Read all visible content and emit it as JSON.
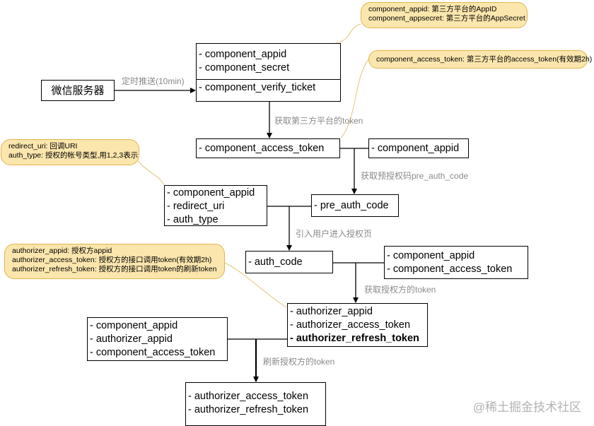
{
  "wechat_server": "微信服务器",
  "boxes": {
    "ticket": [
      "- component_appid",
      "- component_secret",
      "- component_verify_ticket"
    ],
    "access_token": [
      "- component_access_token"
    ],
    "appid_right": [
      "- component_appid"
    ],
    "preauth_inputs": [
      "- component_appid",
      "- redirect_uri",
      "- auth_type"
    ],
    "pre_auth_code": [
      "- pre_auth_code"
    ],
    "auth_code": [
      "- auth_code"
    ],
    "auth_inputs": [
      "- component_appid",
      "- component_access_token"
    ],
    "authorizer": [
      "- authorizer_appid",
      "- authorizer_access_token",
      "- authorizer_refresh_token"
    ],
    "refresh_inputs": [
      "- component_appid",
      "- authorizer_appid",
      "- component_access_token"
    ],
    "result": [
      "- authorizer_access_token",
      "- authorizer_refresh_token"
    ]
  },
  "labels": {
    "push": "定时推送(10min)",
    "get_token": "获取第三方平台的token",
    "get_preauth": "获取预授权码pre_auth_code",
    "enter_auth": "引入用户进入授权页",
    "get_auth_token": "获取授权方的token",
    "refresh": "刷新授权方的token"
  },
  "notes": {
    "n1": [
      "component_appid: 第三方平台的AppID",
      "component_appsecret: 第三方平台的AppSecret"
    ],
    "n2": [
      "component_access_token: 第三方平台的access_token(有效期2h)"
    ],
    "n3": [
      "redirect_uri: 回调URI",
      "auth_type: 授权的帐号类型,用1,2,3表示"
    ],
    "n4": [
      "authorizer_appid: 授权方appid",
      "authorizer_access_token: 授权方的接口调用token(有效期2h)",
      "authorizer_refresh_token: 授权方的接口调用token的刷新token"
    ]
  },
  "watermark": "@稀土掘金技术社区",
  "colors": {
    "note_fill": "#fbe6ad",
    "note_border": "#e2b54c",
    "label": "#8a8a8a"
  }
}
